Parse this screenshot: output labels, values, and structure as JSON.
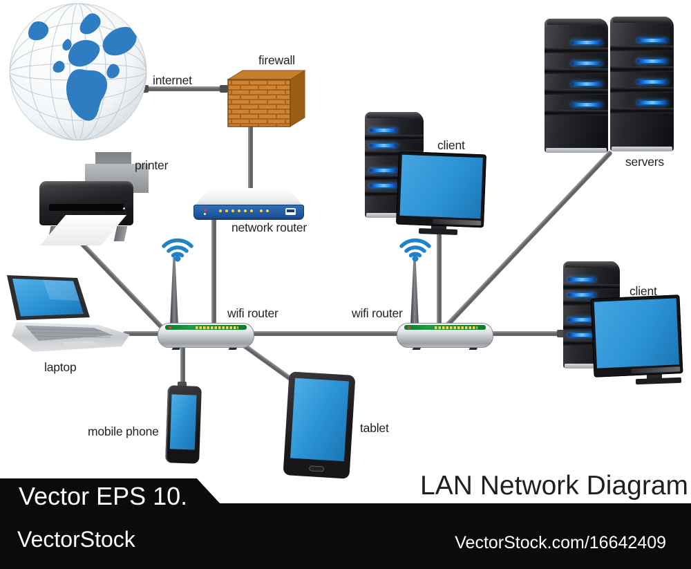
{
  "title": "LAN Network Diagram",
  "banner": {
    "eps": "Vector EPS 10.",
    "brand": "VectorStock",
    "url": "VectorStock.com/16642409"
  },
  "labels": {
    "internet": "internet",
    "firewall": "firewall",
    "printer": "printer",
    "network_router": "network router",
    "wifi_router_left": "wifi router",
    "wifi_router_right": "wifi router",
    "laptop": "laptop",
    "mobile_phone": "mobile phone",
    "tablet": "tablet",
    "client_top": "client",
    "client_right": "client",
    "servers": "servers"
  },
  "icons": {
    "globe": "globe-internet-icon",
    "wifi": "wifi-signal-icon"
  },
  "colors": {
    "screen-blue": "#2B93D6",
    "screen-blue-dark": "#1B76B4",
    "globe-blue": "#2E7DC2",
    "brick": "#CE8434",
    "brick-mortar": "#A96318",
    "brick-top": "#C97E2E",
    "brick-side": "#9A5C14",
    "router-panel": "#2F6FBA",
    "led-blue": "#2196FF",
    "wifi-blue": "#2282C8",
    "cable": "#67696B",
    "strip-green": "#22984A",
    "led-yellow": "#FFD23E",
    "led-red": "#E53935",
    "banner-black": "#0B0B0B",
    "text-dark": "#231F20"
  }
}
